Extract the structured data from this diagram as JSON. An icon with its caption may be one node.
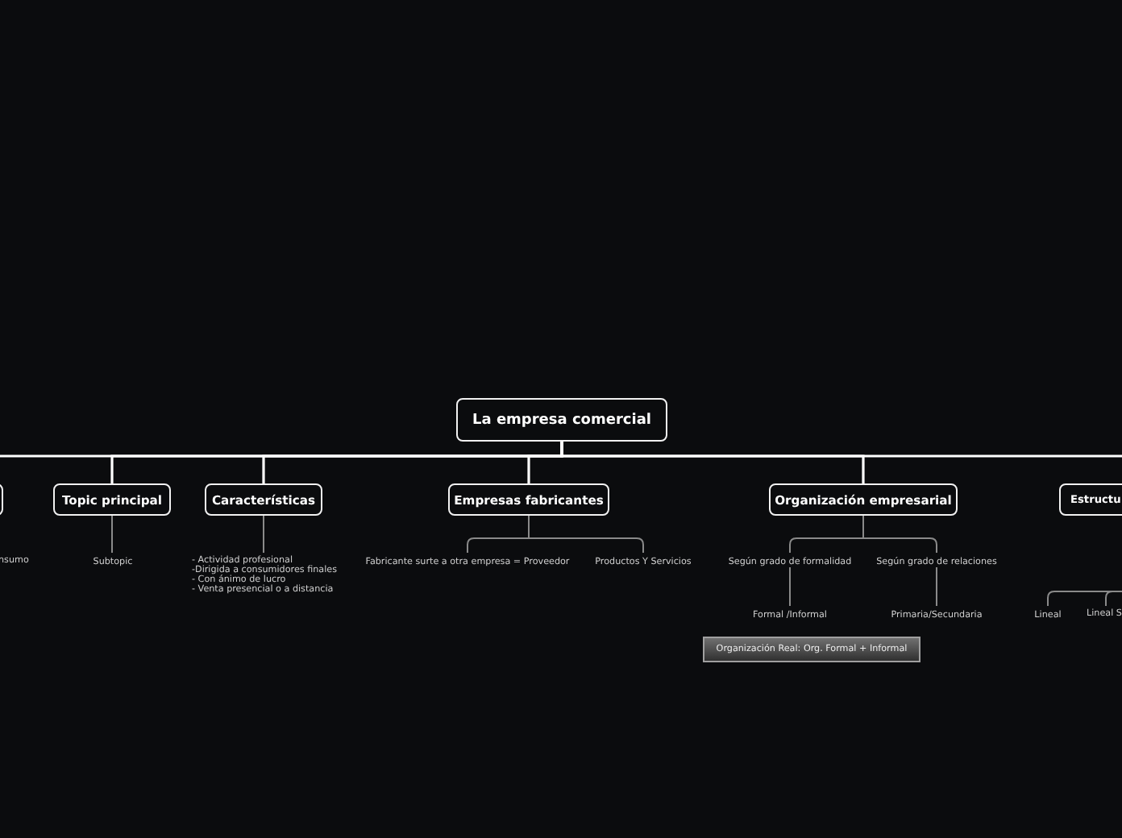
{
  "diagram": {
    "nodes": [
      {
        "text": [
          "La empresa comercial"
        ]
      },
      {
        "text": [],
        "shape": "box"
      },
      {
        "text": [
          "Topic principal"
        ]
      },
      {
        "text": [
          "Características"
        ]
      },
      {
        "text": [
          "Empresas fabricantes"
        ]
      },
      {
        "text": [
          "Organización empresarial"
        ]
      },
      {
        "text": [
          "Estructu"
        ]
      },
      {
        "text": [
          "Subtopic"
        ]
      },
      {
        "text": [
          "- Actividad profesional",
          "-Dirigida a consumidores finales",
          "- Con ánimo de lucro",
          "- Venta presencial o a distancia"
        ]
      },
      {
        "text": [
          "Fabricante surte a otra empresa = Proveedor"
        ]
      },
      {
        "text": [
          "Productos Y Servicios"
        ]
      },
      {
        "text": [
          "Según grado de formalidad"
        ]
      },
      {
        "text": [
          "Según grado de relaciones"
        ]
      },
      {
        "text": [
          "Formal /Informal"
        ]
      },
      {
        "text": [
          "Primaria/Secundaria"
        ]
      },
      {
        "text": [
          "Organización Real: Org. Formal + Informal"
        ]
      },
      {
        "text": [
          "Lineal"
        ]
      },
      {
        "text": [
          "Lineal S"
        ]
      }
    ],
    "edges": [
      {
        "from": 0,
        "to": 1,
        "arrow": "none",
        "color": "#ffffff"
      },
      {
        "from": 0,
        "to": 2,
        "arrow": "none",
        "color": "#ffffff"
      },
      {
        "from": 0,
        "to": 3,
        "arrow": "none",
        "color": "#ffffff"
      },
      {
        "from": 0,
        "to": 4,
        "arrow": "none",
        "color": "#ffffff"
      },
      {
        "from": 0,
        "to": 5,
        "arrow": "none",
        "color": "#ffffff"
      },
      {
        "from": 0,
        "to": 6,
        "arrow": "none",
        "color": "#ffffff"
      },
      {
        "from": 2,
        "to": 7,
        "arrow": "none"
      },
      {
        "from": 3,
        "to": 8,
        "arrow": "none"
      },
      {
        "from": 4,
        "to": 9,
        "arrow": "none"
      },
      {
        "from": 4,
        "to": 10,
        "arrow": "none"
      },
      {
        "from": 5,
        "to": 11,
        "arrow": "none"
      },
      {
        "from": 5,
        "to": 12,
        "arrow": "none"
      },
      {
        "from": 11,
        "to": 13,
        "arrow": "none"
      },
      {
        "from": 12,
        "to": 14,
        "arrow": "none"
      },
      {
        "from": 6,
        "to": 16,
        "arrow": "none"
      },
      {
        "from": 6,
        "to": 17,
        "arrow": "none"
      }
    ],
    "labels": [
      "nsumo"
    ]
  }
}
